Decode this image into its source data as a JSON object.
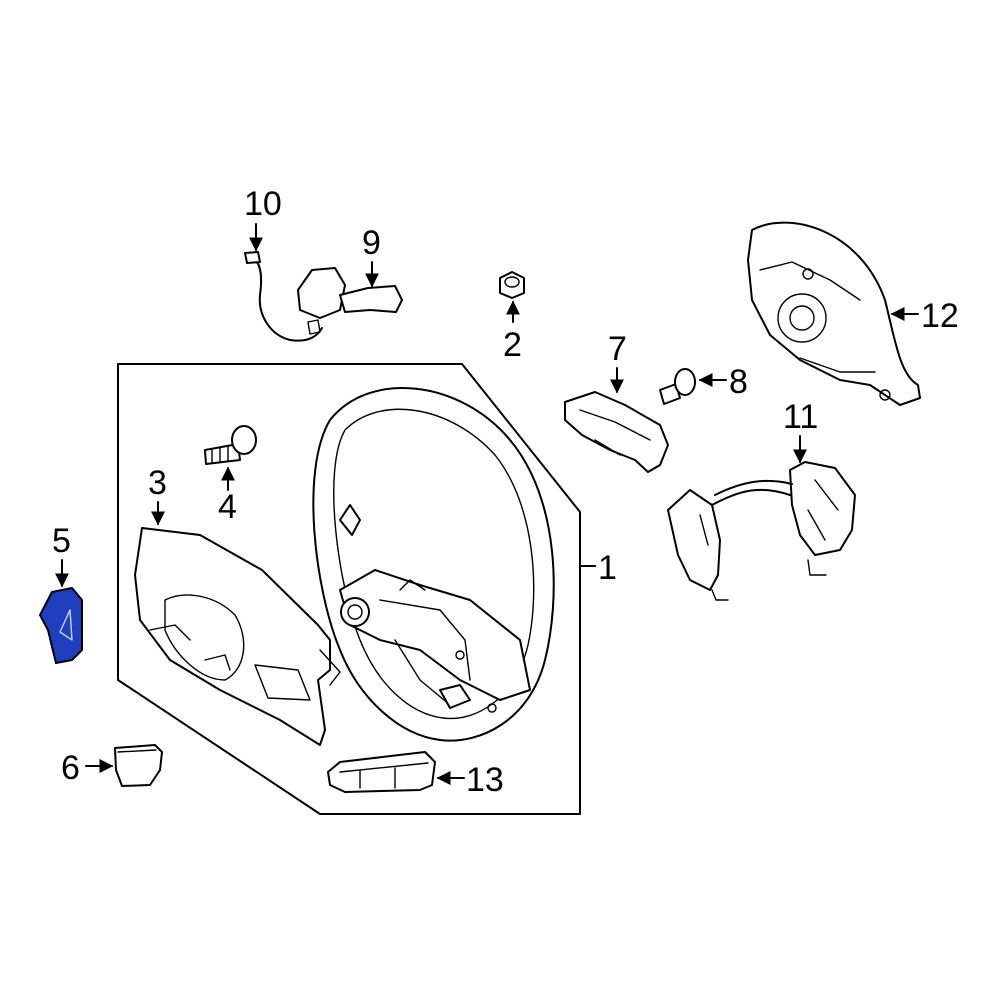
{
  "callouts": {
    "c1": "1",
    "c2": "2",
    "c3": "3",
    "c4": "4",
    "c5": "5",
    "c6": "6",
    "c7": "7",
    "c8": "8",
    "c9": "9",
    "c10": "10",
    "c11": "11",
    "c12": "12",
    "c13": "13"
  },
  "colors": {
    "highlight_part": "#1f3fbf",
    "line": "#000000",
    "background": "#ffffff"
  }
}
